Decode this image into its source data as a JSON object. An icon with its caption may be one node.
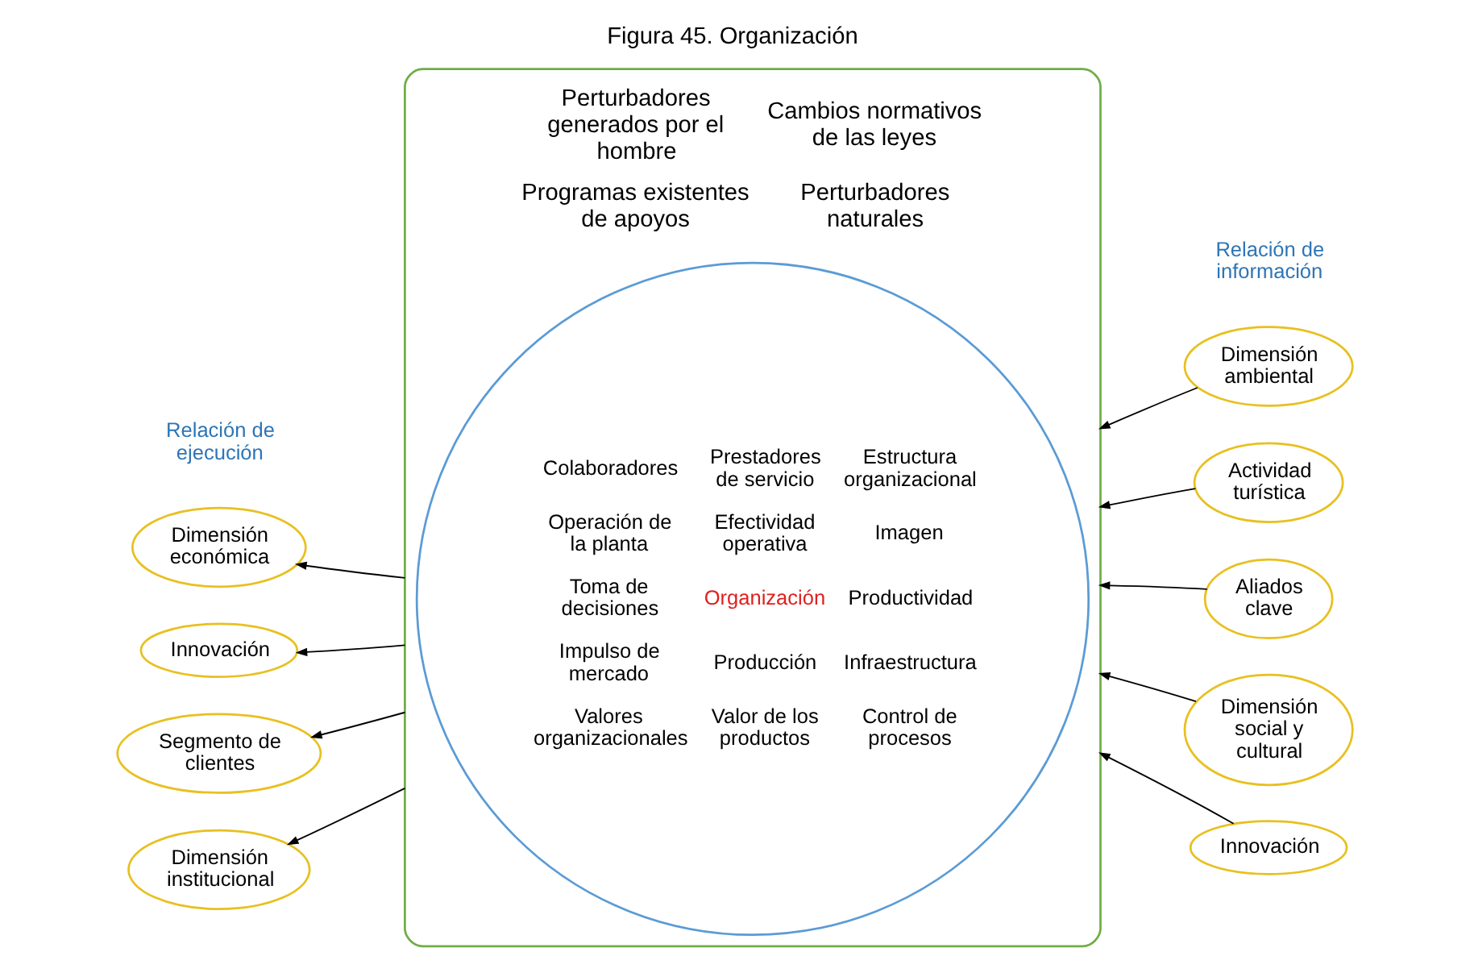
{
  "diagram": {
    "title": "Figura 45. Organización",
    "nodes": [
      {
        "text": [
          "Perturbadores generados por el hombre",
          "Cambios normativos de las leyes",
          "Programas existentes de apoyos",
          "Perturbadores naturales"
        ]
      },
      {
        "text": [
          "Colaboradores",
          "Prestadores de servicio",
          "Estructura organizacional",
          "Operación de la planta",
          "Efectividad operativa",
          "Imagen",
          "Toma de decisiones",
          "Organización",
          "Productividad",
          "Impulso de mercado",
          "Producción",
          "Infraestructura",
          "Valores organizacionales",
          "Valor de los productos",
          "Control de procesos"
        ],
        "in": 0
      },
      {
        "text": [
          "Dimensión económica"
        ]
      },
      {
        "text": [
          "Innovación"
        ]
      },
      {
        "text": [
          "Segmento de clientes"
        ]
      },
      {
        "text": [
          "Dimensión institucional"
        ]
      },
      {
        "text": [
          "Dimensión ambiental"
        ]
      },
      {
        "text": [
          "Actividad turística"
        ]
      },
      {
        "text": [
          "Aliados clave"
        ]
      },
      {
        "text": [
          "Dimensión social y cultural"
        ]
      },
      {
        "text": [
          "Innovación"
        ]
      }
    ],
    "edges": [
      {
        "from": 0,
        "to": 2,
        "arrow": "to"
      },
      {
        "from": 0,
        "to": 3,
        "arrow": "to"
      },
      {
        "from": 0,
        "to": 4,
        "arrow": "to"
      },
      {
        "from": 0,
        "to": 5,
        "arrow": "to"
      },
      {
        "from": 6,
        "to": 0,
        "arrow": "to"
      },
      {
        "from": 7,
        "to": 0,
        "arrow": "to"
      },
      {
        "from": 8,
        "to": 0,
        "arrow": "to"
      },
      {
        "from": 9,
        "to": 0,
        "arrow": "to"
      },
      {
        "from": 10,
        "to": 0,
        "arrow": "to"
      }
    ],
    "labels": [
      "Relación de ejecución",
      "Relación de información"
    ]
  }
}
